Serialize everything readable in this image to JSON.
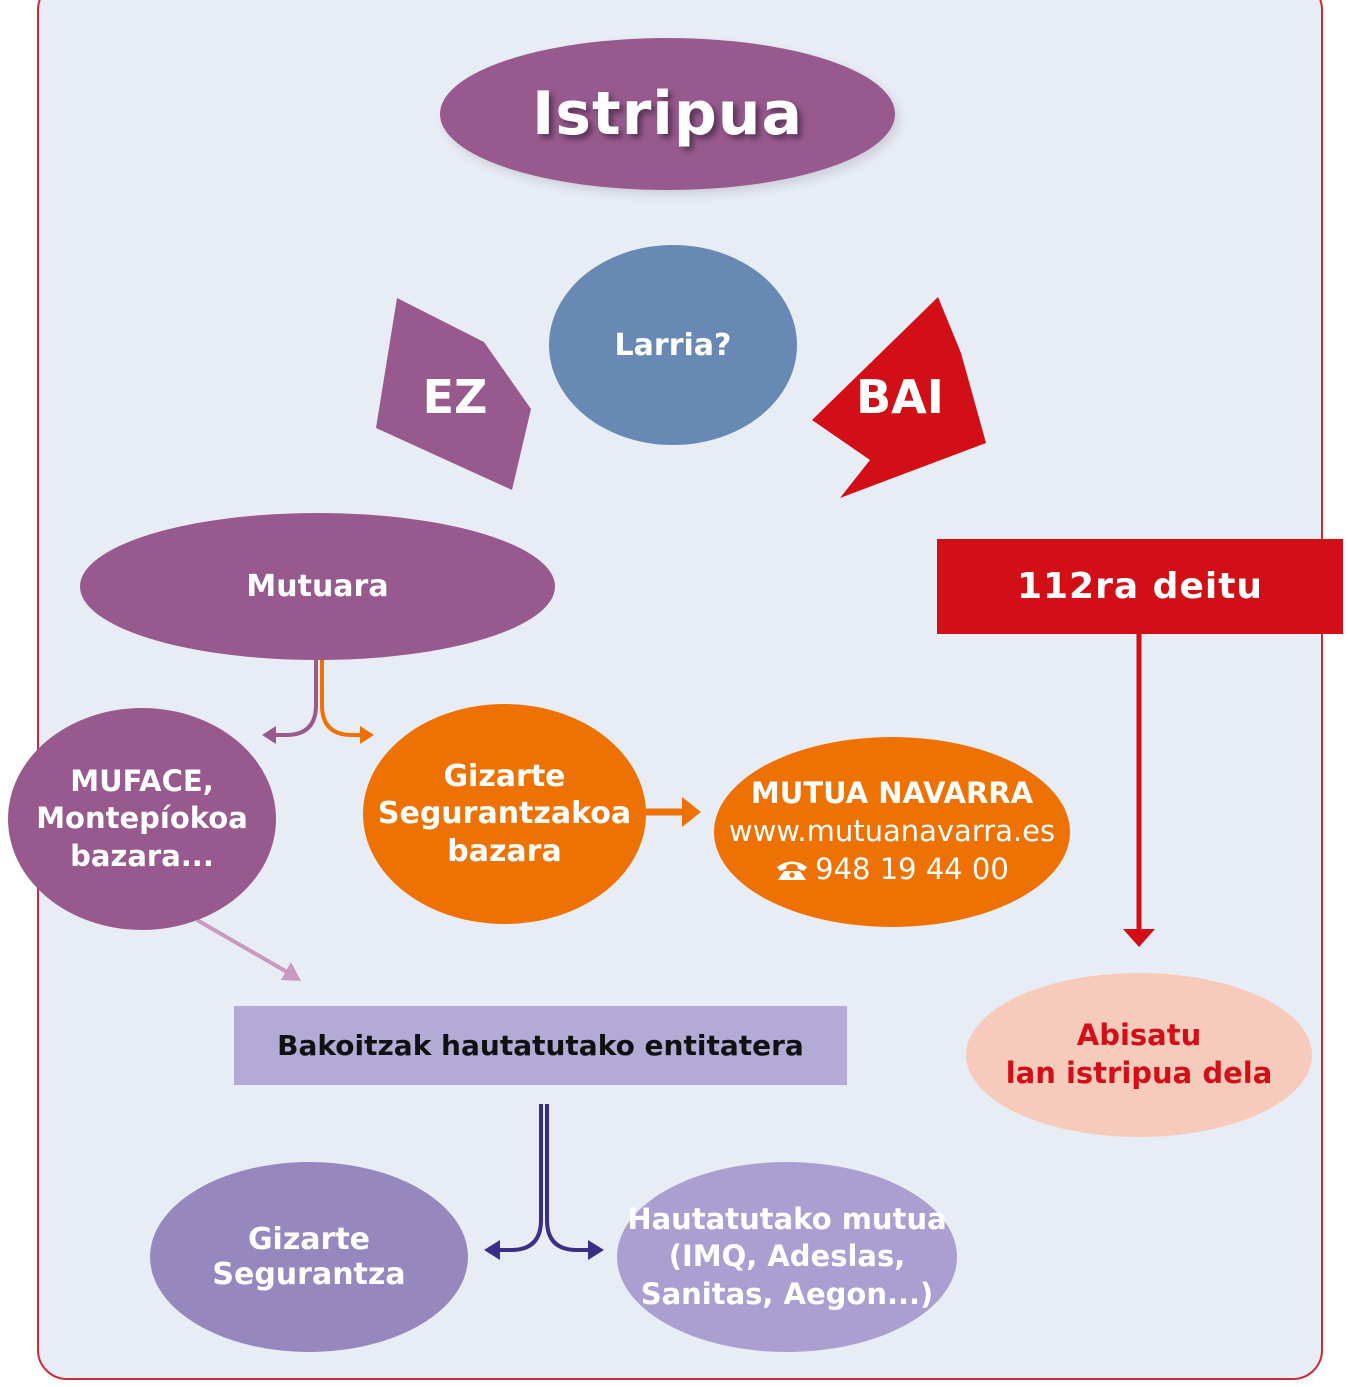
{
  "colors": {
    "panel_bg": "#e8ecf5",
    "border_red": "#cc2a36",
    "purple": "#985a8e",
    "blue": "#6789b3",
    "red": "#d20f16",
    "orange": "#ee7203",
    "salmon": "#f7cbbb",
    "lavender": "#b3aad6",
    "violet": "#9688bf",
    "light_violet": "#ab9fd1",
    "navy": "#3a2f86"
  },
  "title": "Istripua",
  "question": "Larria?",
  "answer_no": "EZ",
  "answer_yes": "BAI",
  "no_branch": {
    "mutuara": "Mutuara",
    "muface": [
      "MUFACE,",
      "Montepíokoa",
      "bazara..."
    ],
    "social_security": [
      "Gizarte",
      "Segurantzakoa",
      "bazara"
    ],
    "mutua_navarra": {
      "name": "MUTUA NAVARRA",
      "web": "www.mutuanavarra.es",
      "phone_icon": "phone-icon",
      "phone": "948 19 44 00"
    },
    "entity": "Bakoitzak hautatutako entitatera",
    "option_social": "Gizarte Segurantza",
    "option_mutua": [
      "Hautatutako mutua",
      "(IMQ, Adeslas,",
      "Sanitas, Aegon...)"
    ]
  },
  "yes_branch": {
    "call": "112ra deitu",
    "notify": [
      "Abisatu",
      "lan istripua dela"
    ]
  }
}
